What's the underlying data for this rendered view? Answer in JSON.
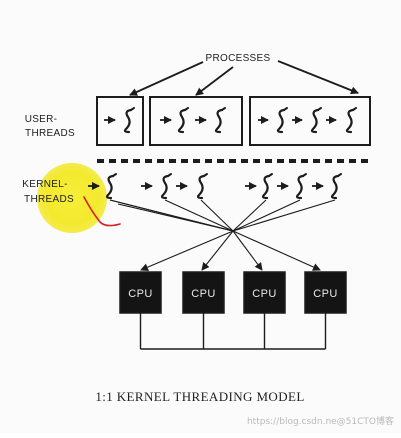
{
  "diagram": {
    "header": "PROCESSES",
    "user_threads_label": [
      "USER-",
      "THREADS"
    ],
    "kernel_threads_label": [
      "KERNEL-",
      "THREADS"
    ],
    "cpus": [
      {
        "label": "CPU"
      },
      {
        "label": "CPU"
      },
      {
        "label": "CPU"
      },
      {
        "label": "CPU"
      }
    ],
    "caption": "1:1 KERNEL THREADING MODEL",
    "watermark": "https://blog.csdn.ne@51CTO博客",
    "colors": {
      "ink": "#1c1c1c",
      "cpu_fill": "#141414",
      "highlight": "#f3ea2a",
      "annotation": "#d62020"
    }
  }
}
